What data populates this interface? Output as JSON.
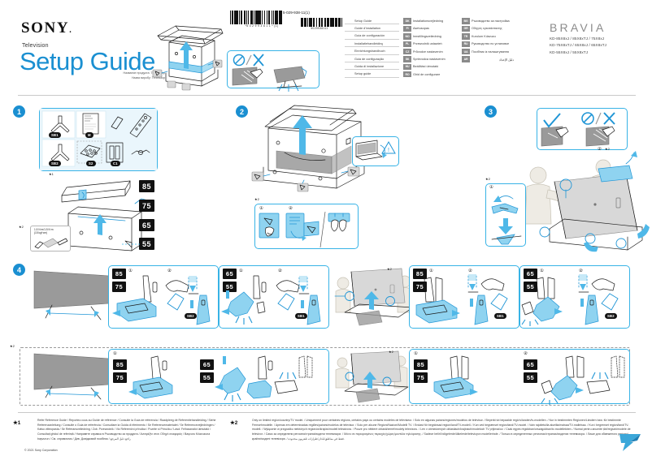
{
  "document": {
    "brand_logo": "SONY",
    "category": "Television",
    "title": "Setup Guide",
    "subtitle_ru_1": "Название продукта: Телевизор",
    "subtitle_ru_2": "Назва виробу: Телевізор",
    "doc_code": "5-029-938-11(1)",
    "barcode_main_digits": "*5 0 2 9 9 3 8 1 1 * (1)",
    "barcode_side_digits": "5029938111",
    "brand_line": "BRAVIA",
    "models": [
      "KD-85X8xJ / 85X8xTJ / 75X8xJ",
      "KD-75X8xTJ / 65X8xJ / 65X8xTJ",
      "KD-55X8xJ / 55X8xTJ"
    ],
    "copyright": "© 2021 Sony Corporation"
  },
  "languages": {
    "column1": [
      {
        "tag": "",
        "name": "Setup Guide"
      },
      {
        "tag": "",
        "name": "Guide d'installation"
      },
      {
        "tag": "",
        "name": "Guía de configuración"
      },
      {
        "tag": "",
        "name": "Installatiehandleiding"
      },
      {
        "tag": "",
        "name": "Einrichtungshandbuch"
      },
      {
        "tag": "",
        "name": "Guia de configuração"
      },
      {
        "tag": "",
        "name": "Guida di installazione"
      },
      {
        "tag": "",
        "name": "Setup guide"
      }
    ],
    "column2": [
      {
        "tag": "DK",
        "name": "Installationsvejledning"
      },
      {
        "tag": "FI",
        "name": "Asetusopas"
      },
      {
        "tag": "NO",
        "name": "Innstillingsveiledning"
      },
      {
        "tag": "PL",
        "name": "Przewodnik ustawień"
      },
      {
        "tag": "CZ",
        "name": "Průvodce nastavením"
      },
      {
        "tag": "SK",
        "name": "Sprievodca nastavením"
      },
      {
        "tag": "HU",
        "name": "Beállítási útmutató"
      },
      {
        "tag": "RO",
        "name": "Ghid de configurare"
      }
    ],
    "column3": [
      {
        "tag": "BG",
        "name": "Ръководство за настройка"
      },
      {
        "tag": "GR",
        "name": "Οδηγός εγκατάστασης"
      },
      {
        "tag": "TR",
        "name": "Kurulum Kılavuzu"
      },
      {
        "tag": "RU",
        "name": "Руководство по установке"
      },
      {
        "tag": "UA",
        "name": "Посібник із налаштування"
      },
      {
        "tag": "AR",
        "name": "دليل الإعداد"
      }
    ]
  },
  "steps": {
    "step1": {
      "number": "1",
      "parts": [
        {
          "code": "SB1"
        },
        {
          "code": "M"
        },
        {
          "code": "SB2"
        },
        {
          "code": "S2"
        },
        {
          "code": "C1"
        }
      ],
      "note_mark": "★1",
      "tool_mark": "★2",
      "tool_spec_1": "1.5 N·m/1.5 N·m",
      "tool_spec_2": "(15 kgf·cm)",
      "size_badges": [
        "85",
        "75",
        "65",
        "55"
      ]
    },
    "step2": {
      "number": "2",
      "note_mark": "★2",
      "sub_steps": [
        "①",
        "②"
      ]
    },
    "step3": {
      "number": "3",
      "note_mark_left": "★2",
      "note_mark_right": "★2",
      "sub_step_left": "①",
      "sub_step_right": "②",
      "check_mark": "✓",
      "prohibit_mark": "⊘ / ✕"
    },
    "step4": {
      "number": "4",
      "note_mark": "★2",
      "row1": [
        {
          "sizes": [
            "85",
            "75"
          ],
          "sub1": "①",
          "sub2": "②",
          "part_code": "SB2"
        },
        {
          "sizes": [
            "65",
            "55"
          ],
          "sub1": "①",
          "sub2": "②",
          "part_code": "SB1"
        },
        {
          "sizes": [
            "85",
            "75"
          ],
          "sub1": "①",
          "sub2": "②",
          "part_code": "SB1"
        },
        {
          "sizes": [
            "65",
            "55"
          ],
          "sub1": "①",
          "sub2": "②",
          "part_code": "SB2"
        }
      ],
      "row2": [
        {
          "sizes_a": [
            "85",
            "75"
          ],
          "sizes_b": [
            "65",
            "55"
          ],
          "sub1": "①"
        },
        {
          "sizes_a": [
            "85",
            "75"
          ],
          "sizes_b": [
            "65",
            "55"
          ],
          "sub1": "①",
          "sub2": "②"
        }
      ]
    }
  },
  "footnotes": {
    "note1": {
      "mark": "★1",
      "text": "Refer Reference Guide / Reportez-vous au Guide de référence / Consulte la Guía de referencia / Raadpleeg de Referentiehandleiding / Siehe Referenzanleitung / Consulte o Guia de referência / Consultare la Guida di riferimento / Se Referencematerialet / Se Referencevejledningen / Katso viiteopasta / Se Referansveiledning / Zob. Przewodnik / Viz Referenční příručka / Pozrite si Príručku / Lásd: Felhasználói útmutató / Consultați ghidul de referință / Направете справка в Ръководство за продукта / Ανατρέξτε στον Οδηγό αναφοράς / Başvuru Kılavuzuna başvurun / См. справочник / Див. Довідковий посібник / راجع دليل المرجع"
    },
    "note2": {
      "mark": "★2",
      "text": "Only on limited region/country/TV model. / Uniquement pour certaines régions, certains pays ou certains modèles de téléviseur. / Solo en algunas países/regiones/modelos de televisor. / Beperkt tot bepaalde regio's/landen/tv-modellen. / Nur in bestimmten Regionen/Ländern bzw. für bestimmte Fernsehmodelle. / Apenas em determinadas regiões/países/modelos de televisor. / Solo per alcune Regioni/Nazioni/Modelli TV. / Endast för begränsad region/land/TV-modell. / Kun ved begrænset region/land/TV-model. / Vain rajoitetuilla alueilla/maissa/TV-malleissa. / Kun i begrenset region/land/TV-modell. / Wyłącznie w przypadku niektórych regionów/krajów/modeli telewizora. / Pouze pro některé oblasti/země/modely televizoru. / Len v obmedzených oblastiach/krajinách/modeloch TV prijímačov. / Csak egyes régiókban/országokban/tv-modellekben. / Numai pentru anumite țări/regiuni/modele de televizor. / Само за определени региони/страни/модели телевизори. / Μόνο σε περιορισμένες περιοχές/χώρες/μοντέλα τηλεόρασης. / Sadece belirli bölgelerde/ülkelerde/televizyon modellerinde. / Только в определенных регионах/странах/моделях телевизора. / Лише для обмеженого регіону/країни/моделі телевізора. / فقط في مناطق/بلدان/طرازات تلفزيون محدودة."
    }
  }
}
